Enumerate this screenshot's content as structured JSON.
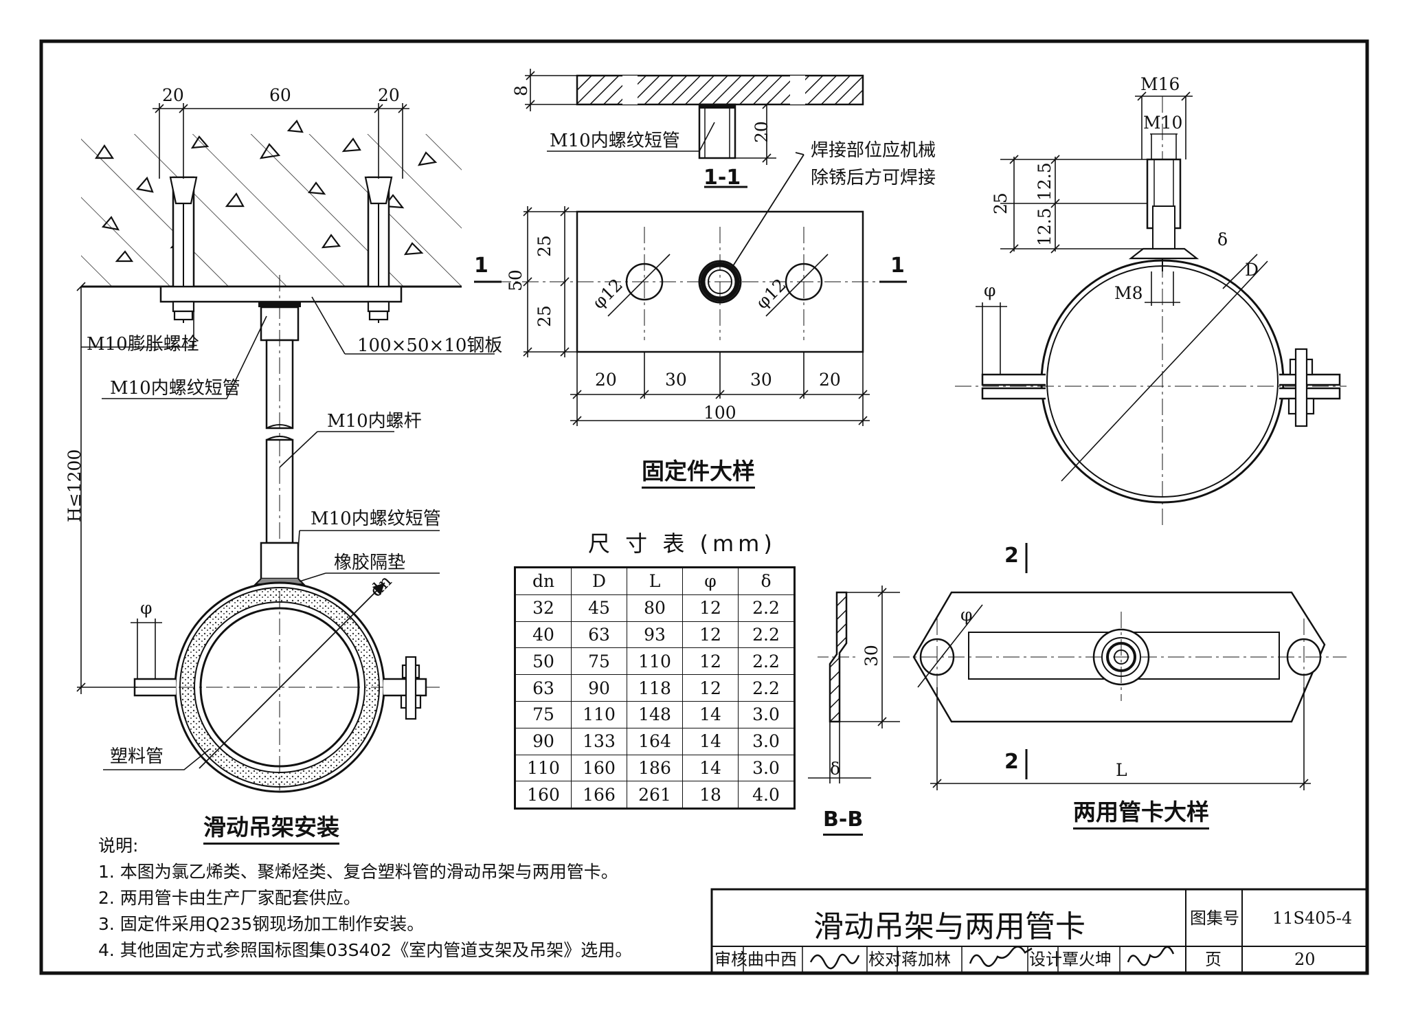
{
  "sheet_title": "滑动吊架与两用管卡",
  "title_block": {
    "atlas_label": "图集号",
    "atlas_no": "11S405-4",
    "page_label": "页",
    "page_no": "20",
    "review_label": "审核",
    "reviewer": "曲中西",
    "check_label": "校对",
    "checker": "蒋加林",
    "design_label": "设计",
    "designer": "覃火坤"
  },
  "view1": {
    "caption": "滑动吊架安装",
    "dims": {
      "d20a": "20",
      "d60": "60",
      "d20b": "20",
      "height": "H≤1200",
      "phi": "φ",
      "dn": "dn"
    },
    "labels": {
      "bolt": "M10膨胀螺栓",
      "short_pipe_top": "M10内螺纹短管",
      "plate": "100×50×10钢板",
      "rod": "M10内螺杆",
      "short_pipe_bottom": "M10内螺纹短管",
      "gasket": "橡胶隔垫",
      "plastic_pipe": "塑料管"
    }
  },
  "view2": {
    "caption": "固定件大样",
    "section_label": "1-1",
    "cut_mark": "1",
    "labels": {
      "short_pipe": "M10内螺纹短管",
      "weld_note_1": "焊接部位应机械",
      "weld_note_2": "除锈后方可焊接"
    },
    "dims": {
      "d8": "8",
      "d20v": "20",
      "d25a": "25",
      "d25b": "25",
      "d50": "50",
      "hole_a": "φ12",
      "hole_b": "φ12",
      "b20a": "20",
      "b30a": "30",
      "b30b": "30",
      "b20b": "20",
      "b100": "100"
    }
  },
  "view3": {
    "dims": {
      "m16": "M16",
      "m10": "M10",
      "d25": "25",
      "d12a": "12.5",
      "d12b": "12.5",
      "phi": "φ",
      "m8": "M8",
      "delta": "δ",
      "D": "D"
    }
  },
  "view4": {
    "caption": "两用管卡大样",
    "cut_mark": "2",
    "section_caption": "B-B",
    "dims": {
      "d30": "30",
      "phi": "φ",
      "L": "L",
      "delta": "δ"
    }
  },
  "table": {
    "title": "尺 寸 表 (mm)",
    "headers": [
      "dn",
      "D",
      "L",
      "φ",
      "δ"
    ],
    "rows": [
      [
        "32",
        "45",
        "80",
        "12",
        "2.2"
      ],
      [
        "40",
        "63",
        "93",
        "12",
        "2.2"
      ],
      [
        "50",
        "75",
        "110",
        "12",
        "2.2"
      ],
      [
        "63",
        "90",
        "118",
        "12",
        "2.2"
      ],
      [
        "75",
        "110",
        "148",
        "14",
        "3.0"
      ],
      [
        "90",
        "133",
        "164",
        "14",
        "3.0"
      ],
      [
        "110",
        "160",
        "186",
        "14",
        "3.0"
      ],
      [
        "160",
        "166",
        "261",
        "18",
        "4.0"
      ]
    ]
  },
  "notes": {
    "heading": "说明:",
    "items": [
      "1. 本图为氯乙烯类、聚烯烃类、复合塑料管的滑动吊架与两用管卡。",
      "2. 两用管卡由生产厂家配套供应。",
      "3. 固定件采用Q235钢现场加工制作安装。",
      "4. 其他固定方式参照国标图集03S402《室内管道支架及吊架》选用。"
    ]
  }
}
